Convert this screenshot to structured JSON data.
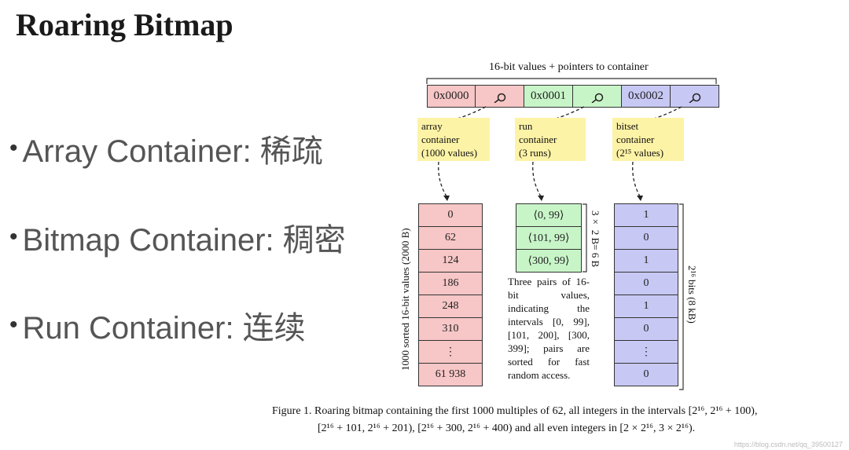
{
  "title": "Roaring Bitmap",
  "bullets": [
    {
      "bullet": "•",
      "text": "Array Container: 稀疏"
    },
    {
      "bullet": "•",
      "text": "Bitmap Container: 稠密"
    },
    {
      "bullet": "•",
      "text": "Run Container: 连续"
    }
  ],
  "diagram": {
    "header_label": "16-bit values + pointers to container",
    "keys": [
      "0x0000",
      "0x0001",
      "0x0002"
    ],
    "key_colors": [
      "#f7c6c6",
      "#c8f5c8",
      "#c8c8f5"
    ],
    "notes": [
      "array\ncontainer\n(1000 values)",
      "run\ncontainer\n(3 runs)",
      "bitset\ncontainer\n(2¹⁵ values)"
    ],
    "array_values": [
      "0",
      "62",
      "124",
      "186",
      "248",
      "310",
      "⋮",
      "61 938"
    ],
    "array_label": "1000 sorted 16-bit values (2000 B)",
    "run_values": [
      "⟨0, 99⟩",
      "⟨101, 99⟩",
      "⟨300, 99⟩"
    ],
    "run_label": "3× 2 B= 6 B",
    "run_description": "Three pairs of 16-bit values, indicating the intervals [0, 99], [101, 200], [300, 399]; pairs are sorted for fast random access.",
    "bitset_values": [
      "1",
      "0",
      "1",
      "0",
      "1",
      "0",
      "⋮",
      "0"
    ],
    "bitset_label": "2¹⁶ bits (8 kB)"
  },
  "caption_line1": "Figure 1.  Roaring bitmap containing the first 1000 multiples of 62, all integers in the intervals [2¹⁶, 2¹⁶ + 100),",
  "caption_line2": "[2¹⁶ + 101, 2¹⁶ + 201), [2¹⁶ + 300, 2¹⁶ + 400) and all even integers in [2 × 2¹⁶, 3 × 2¹⁶).",
  "watermark": "https://blog.csdn.net/qq_39500127"
}
